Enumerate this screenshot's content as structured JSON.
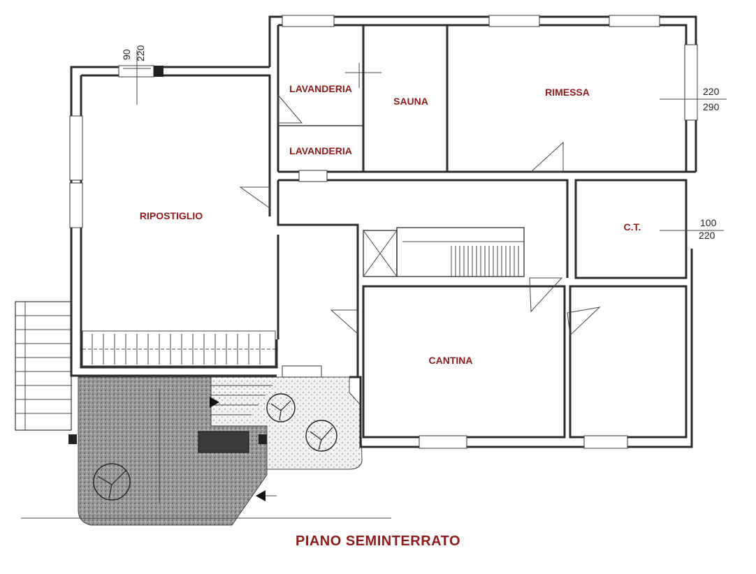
{
  "plan": {
    "title": "PIANO SEMINTERRATO",
    "label_color": "#8b1a1a",
    "rooms": {
      "lavanderia_1": "LAVANDERIA",
      "lavanderia_2": "LAVANDERIA",
      "sauna": "SAUNA",
      "rimessa": "RIMESSA",
      "ripostiglio": "RIPOSTIGLIO",
      "ct": "C.T.",
      "cantina": "CANTINA"
    },
    "dimensions": {
      "window_left_top": "90",
      "window_left_bottom": "220",
      "rimessa_top": "220",
      "rimessa_bottom": "290",
      "ct_top": "100",
      "ct_bottom": "220"
    },
    "icons": [
      "tree-icon",
      "entrance-arrow-icon"
    ]
  }
}
